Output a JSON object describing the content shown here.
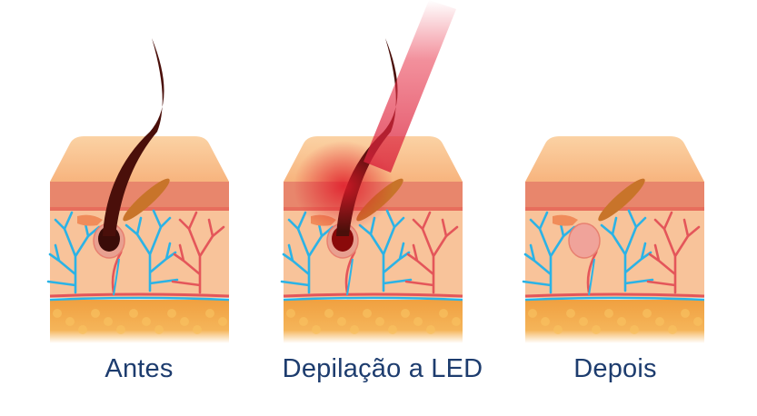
{
  "panels": [
    {
      "label": "Antes",
      "hair": true,
      "laser": false
    },
    {
      "label": "Depilação a LED",
      "hair": true,
      "laser": true
    },
    {
      "label": "Depois",
      "hair": false,
      "laser": false
    }
  ],
  "colors": {
    "label_text": "#1d3c6e",
    "skin_top": "#f9c08c",
    "epidermis": "#e8866c",
    "dermis": "#f8c39a",
    "fat": "#f2a343",
    "vein": "#2bb3e6",
    "artery": "#e4565a",
    "hair": "#4a0f0a",
    "laser": "#e8344a"
  }
}
